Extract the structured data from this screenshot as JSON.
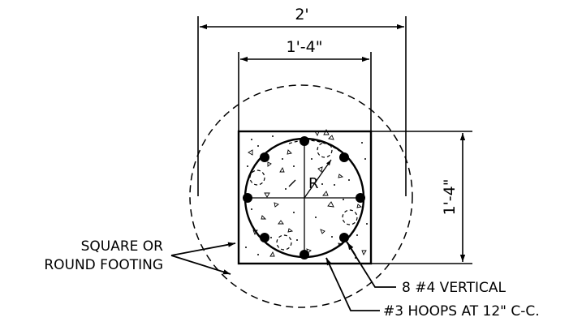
{
  "dimensions": {
    "footing_width": "2'",
    "column_width": "1'-4\"",
    "column_depth": "1'-4\"",
    "radius": "R"
  },
  "callouts": {
    "footing_line1": "SQUARE OR",
    "footing_line2": "ROUND FOOTING",
    "vertical_bars": "8 #4 VERTICAL",
    "hoops": "#3 HOOPS AT 12\" C-C."
  }
}
